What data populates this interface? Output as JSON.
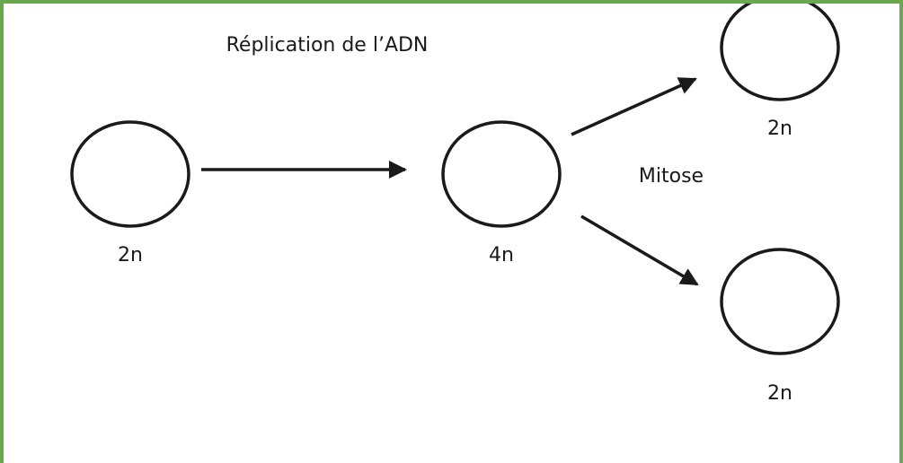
{
  "diagram": {
    "title": "Réplication de l’ADN",
    "process_label": "Mitose",
    "cells": [
      {
        "id": "cell-start",
        "label": "2n"
      },
      {
        "id": "cell-replicated",
        "label": "4n"
      },
      {
        "id": "cell-daughter-top",
        "label": "2n"
      },
      {
        "id": "cell-daughter-bottom",
        "label": "2n"
      }
    ]
  },
  "colors": {
    "frame": "#6aa84f",
    "stroke": "#1a1a1a"
  }
}
